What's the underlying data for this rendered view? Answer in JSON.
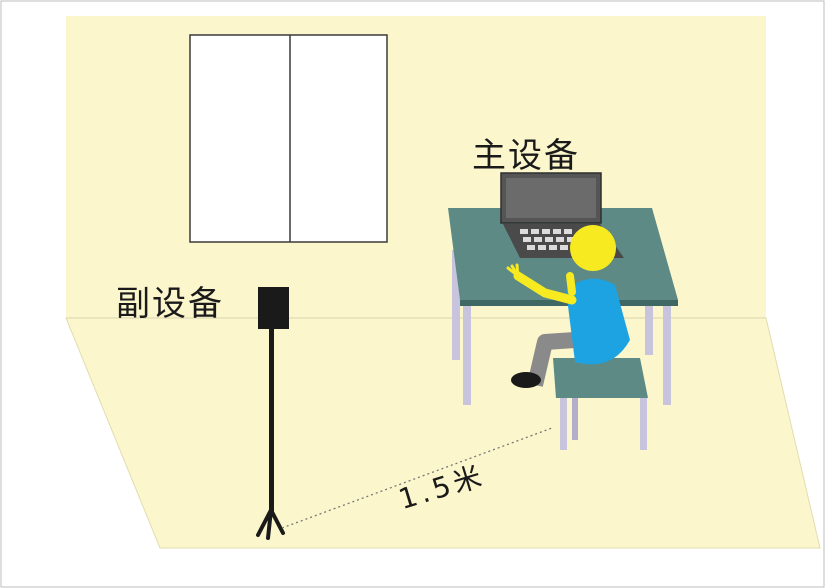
{
  "labels": {
    "main_device": "主设备",
    "sub_device": "副设备",
    "distance": "1.5米"
  },
  "colors": {
    "wall": "#fbf6cc",
    "floor": "#fbf6cc",
    "table_top": "#5d8a85",
    "table_leg": "#c9c4dd",
    "laptop": "#555555",
    "shirt": "#1ea3e2",
    "head": "#f7ea20",
    "pants": "#8a8a8a",
    "stand": "#1a1a1a"
  }
}
